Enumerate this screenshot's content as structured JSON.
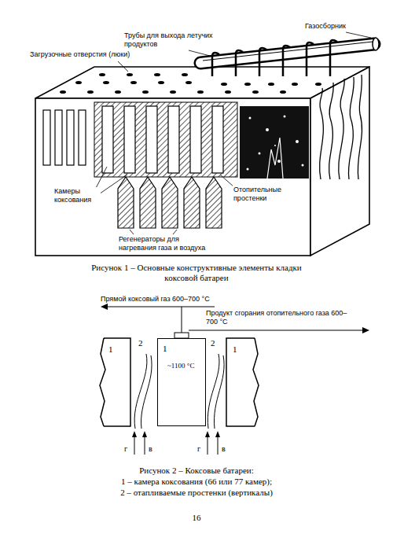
{
  "diagram": {
    "nodes": [
      {
        "text": [
          "1"
        ]
      },
      {
        "text": [
          "1",
          "~1100 °С"
        ]
      },
      {
        "text": [
          "1"
        ]
      }
    ],
    "labels": [
      "Трубы для выхода летучих продуктов",
      "Газосборник",
      "Загрузочные отверстия (люки)",
      "Камеры коксования",
      "Отопительные простенки",
      "Регенераторы для нагревания газа и воздуха",
      "Рисунок 1 – Основные конструктивные элементы кладки коксовой батареи",
      "Прямой коксовый газ 600–700 °С",
      "Продукт сгорания отопительного газа 600–700 °С",
      "2",
      "2",
      "г",
      "в",
      "г",
      "в",
      "Рисунок 2 – Коксовые батареи:",
      "1 – камера коксования (66 или 77 камер);",
      "2 – отапливаемые простенки (вертикалы)",
      "16"
    ]
  }
}
